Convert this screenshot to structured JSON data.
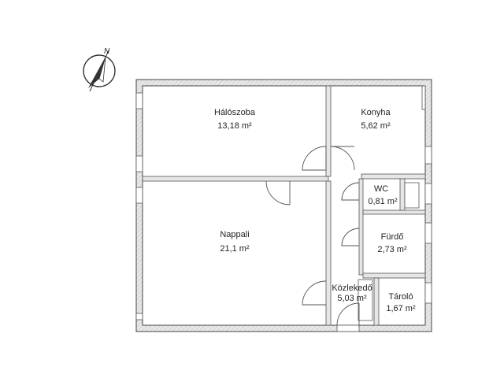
{
  "compass": {
    "north_label": "N"
  },
  "rooms": [
    {
      "id": "haloszoba",
      "name": "Hálószoba",
      "area": "13,18 m²"
    },
    {
      "id": "konyha",
      "name": "Konyha",
      "area": "5,62 m²"
    },
    {
      "id": "wc",
      "name": "WC",
      "area": "0,81 m²"
    },
    {
      "id": "nappali",
      "name": "Nappali",
      "area": "21,1 m²"
    },
    {
      "id": "furdo",
      "name": "Fürdő",
      "area": "2,73 m²"
    },
    {
      "id": "kozlekedo",
      "name": "Közlekedő",
      "area": "5,03 m²"
    },
    {
      "id": "tarolo",
      "name": "Tároló",
      "area": "1,67 m²"
    }
  ],
  "colors": {
    "wall_fill": "#e6e6e6",
    "wall_stroke": "#444444",
    "door_stroke": "#555555"
  }
}
